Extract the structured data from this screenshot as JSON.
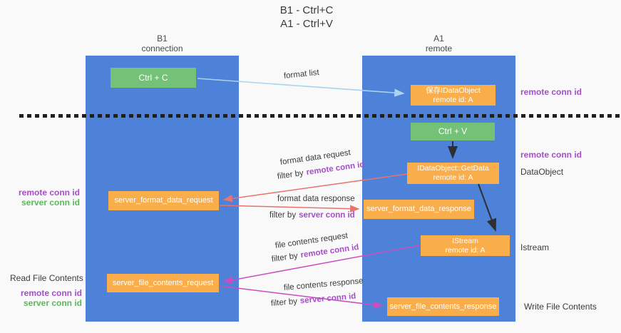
{
  "colors": {
    "background": "#f9f9f9",
    "column_blue": "#4e82d8",
    "box_orange": "#f9ae4b",
    "box_green": "#74c277",
    "arrow_salmon": "#e8736f",
    "arrow_magenta": "#cb4ec0",
    "arrow_lightblue": "#a9d3ee",
    "arrow_black": "#2f2f2f",
    "text_purple": "#a64dc8",
    "text_green": "#5cb85c"
  },
  "title": {
    "line1": "B1 - Ctrl+C",
    "line2": "A1 - Ctrl+V"
  },
  "columns": {
    "left": {
      "name": "B1",
      "role": "connection"
    },
    "right": {
      "name": "A1",
      "role": "remote"
    }
  },
  "boxes": {
    "ctrl_c": "Ctrl + C",
    "ctrl_v": "Ctrl + V",
    "save_dataobject": {
      "line1": "保存IDataObject",
      "line2": "remote id: A"
    },
    "getdata": {
      "line1": "IDataObject::GetData",
      "line2": "remote id: A"
    },
    "istream": {
      "line1": "IStream",
      "line2": "remote id: A"
    },
    "server_format_data_request": "server_format_data_request",
    "server_format_data_response": "server_format_data_response",
    "server_file_contents_request": "server_file_contents_request",
    "server_file_contents_response": "server_file_contents_response"
  },
  "right_labels": {
    "remote_conn_id_top": "remote conn id",
    "remote_conn_id_mid": "remote conn id",
    "dataobject": "DataObject",
    "istream": "Istream",
    "write_file_contents": "Write File Contents"
  },
  "left_labels": {
    "remote_conn_id_mid": "remote conn id",
    "server_conn_id_mid": "server conn id",
    "read_file_contents": "Read File Contents",
    "remote_conn_id_bottom": "remote conn id",
    "server_conn_id_bottom": "server conn id"
  },
  "arrow_labels": {
    "format_list": "format list",
    "format_data_request": "format data request",
    "format_data_response": "format data response",
    "file_contents_request": "file contents request",
    "file_contents_response": "file contents response",
    "filter_by": "filter by",
    "remote_conn_id": "remote conn id",
    "server_conn_id": "server conn id"
  }
}
